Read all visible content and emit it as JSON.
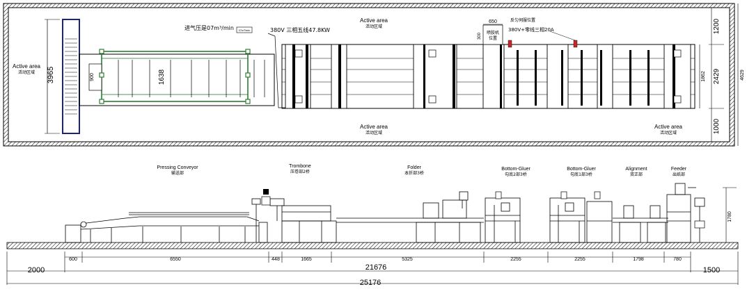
{
  "plan": {
    "active_left": {
      "en": "Active area",
      "cn": "活动区域"
    },
    "active_top": {
      "en": "Active area",
      "cn": "活动区域"
    },
    "active_bottom_mid": {
      "en": "Active area",
      "cn": "活动区域"
    },
    "active_bottom_right": {
      "en": "Active area",
      "cn": "活动区域"
    },
    "air_pressure": "进气压是07m³/min",
    "air_pressure_tag": "07m³/min",
    "power": "380V 三相五线47.8KW",
    "glue_machine": {
      "label": "喷胶机\n位置",
      "dim_w": "650",
      "dim_h": "300"
    },
    "servo": {
      "line1": "反匀伺服位置",
      "line2": "380V+零线三相20A"
    },
    "dims": {
      "left_height": "3965",
      "feeder_width": "900",
      "conveyor_width": "1638",
      "right_top": "1200",
      "right_mid": "1862",
      "right_total": "2429",
      "right_bottom": "1000",
      "overall_height": "4629"
    }
  },
  "elevation": {
    "sections": [
      {
        "en": "Pressing Conveyor",
        "cn": "输送部"
      },
      {
        "en": "Trombone",
        "cn": "压卷部2桥"
      },
      {
        "en": "Folder",
        "cn": "本折部3桥"
      },
      {
        "en": "Bottom-Gluer",
        "cn": "勾底2部3桥"
      },
      {
        "en": "Bottom-Gluer",
        "cn": "勾底1部3桥"
      },
      {
        "en": "Alignment",
        "cn": "双正部"
      },
      {
        "en": "Feeder",
        "cn": "出纸部"
      }
    ],
    "height_dim": "1780",
    "segment_dims": [
      "600",
      "6550",
      "448",
      "1665",
      "5325",
      "2255",
      "2255",
      "1798",
      "780"
    ],
    "left_margin": "2000",
    "right_margin": "1500",
    "machine_length": "21676",
    "total_length": "25176"
  }
}
